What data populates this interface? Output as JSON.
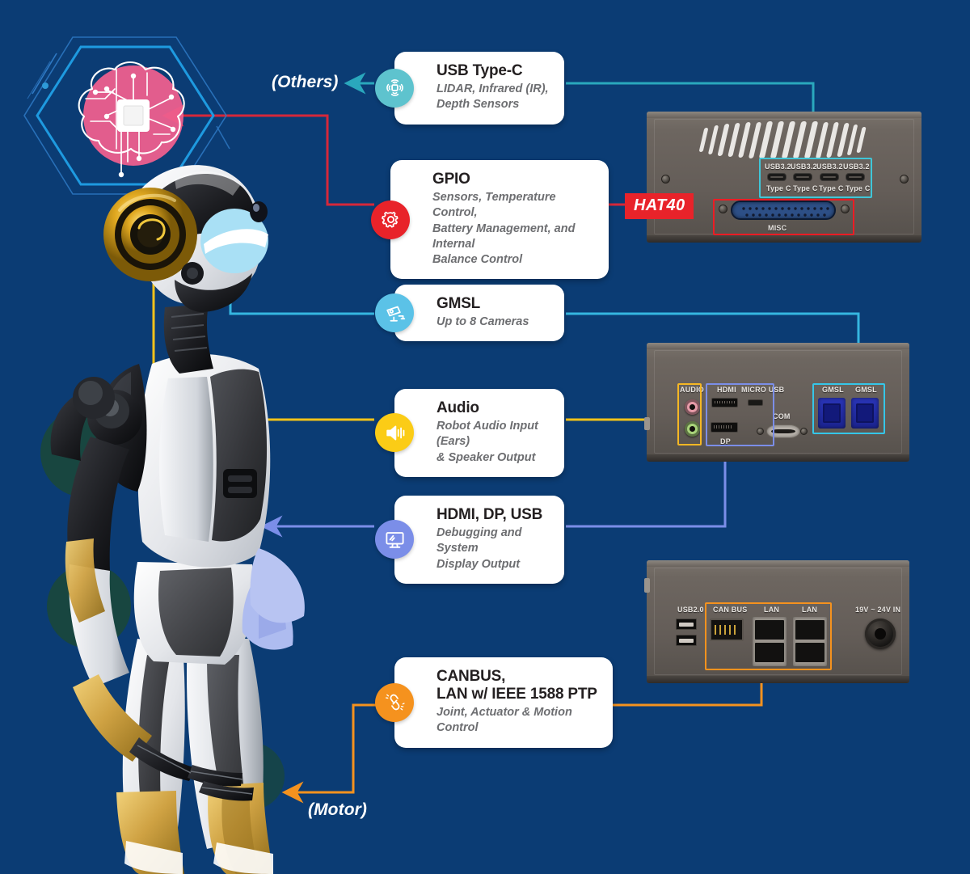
{
  "theme": {
    "background": "#0b3c74",
    "card_bg": "#ffffff",
    "title_color": "#231f20",
    "sub_color": "#6d6e71",
    "label_color": "#ffffff"
  },
  "side_labels": {
    "others": "(Others)",
    "motor": "(Motor)"
  },
  "hat40_tag": {
    "label": "HAT40",
    "color": "#e8232a"
  },
  "cards": [
    {
      "id": "usb-type-c",
      "icon": "wireless-device-icon",
      "icon_color": "#5ec3ce",
      "line_color": "#2aa8bd",
      "title": "USB Type-C",
      "subtitle": "LIDAR, Infrared (IR),\nDepth Sensors"
    },
    {
      "id": "gpio",
      "icon": "gear-icon",
      "icon_color": "#e8232a",
      "line_color": "#d6273a",
      "title": "GPIO",
      "subtitle": "Sensors, Temperature Control,\nBattery Management, and Internal\nBalance Control"
    },
    {
      "id": "gmsl",
      "icon": "camera-icon",
      "icon_color": "#5bc2e7",
      "line_color": "#35b6e0",
      "title": "GMSL",
      "subtitle": "Up to 8 Cameras"
    },
    {
      "id": "audio",
      "icon": "speaker-icon",
      "icon_color": "#fbcc16",
      "line_color": "#f2c21a",
      "title": "Audio",
      "subtitle": "Robot Audio Input (Ears)\n& Speaker Output"
    },
    {
      "id": "hdmi-dp-usb",
      "icon": "monitor-icon",
      "icon_color": "#7b8ee8",
      "line_color": "#7b8ee8",
      "title": "HDMI, DP, USB",
      "subtitle": "Debugging and System\nDisplay Output"
    },
    {
      "id": "canbus-lan",
      "icon": "link-chain-icon",
      "icon_color": "#f5921e",
      "line_color": "#f5921e",
      "title": "CANBUS,\nLAN w/ IEEE 1588 PTP",
      "subtitle": "Joint, Actuator & Motion\nControl"
    }
  ],
  "devices": {
    "top_panel": {
      "name": "rear-io-panel",
      "usb_ports": [
        {
          "top": "USB3.2",
          "bottom": "Type C"
        },
        {
          "top": "USB3.2",
          "bottom": "Type C"
        },
        {
          "top": "USB3.2",
          "bottom": "Type C"
        },
        {
          "top": "USB3.2",
          "bottom": "Type C"
        }
      ],
      "misc_label": "MISC",
      "highlight_usb_color": "#3fc6d8",
      "highlight_misc_color": "#ed1c24"
    },
    "middle_panel": {
      "name": "front-io-panel",
      "labels": {
        "audio": "AUDIO",
        "hdmi": "HDMI",
        "micro_usb": "MICRO USB",
        "com": "COM",
        "dp": "DP",
        "gmsl_1": "GMSL",
        "gmsl_2": "GMSL"
      },
      "highlight_audio_color": "#f5b724",
      "highlight_video_color": "#7b8ee8",
      "highlight_gmsl_color": "#35c6e8"
    },
    "bottom_panel": {
      "name": "network-io-panel",
      "labels": {
        "usb2": "USB2.0",
        "canbus": "CAN BUS",
        "lan_1": "LAN",
        "lan_2": "LAN",
        "power": "19V ~ 24V IN"
      },
      "highlight_color": "#f5921e"
    }
  }
}
